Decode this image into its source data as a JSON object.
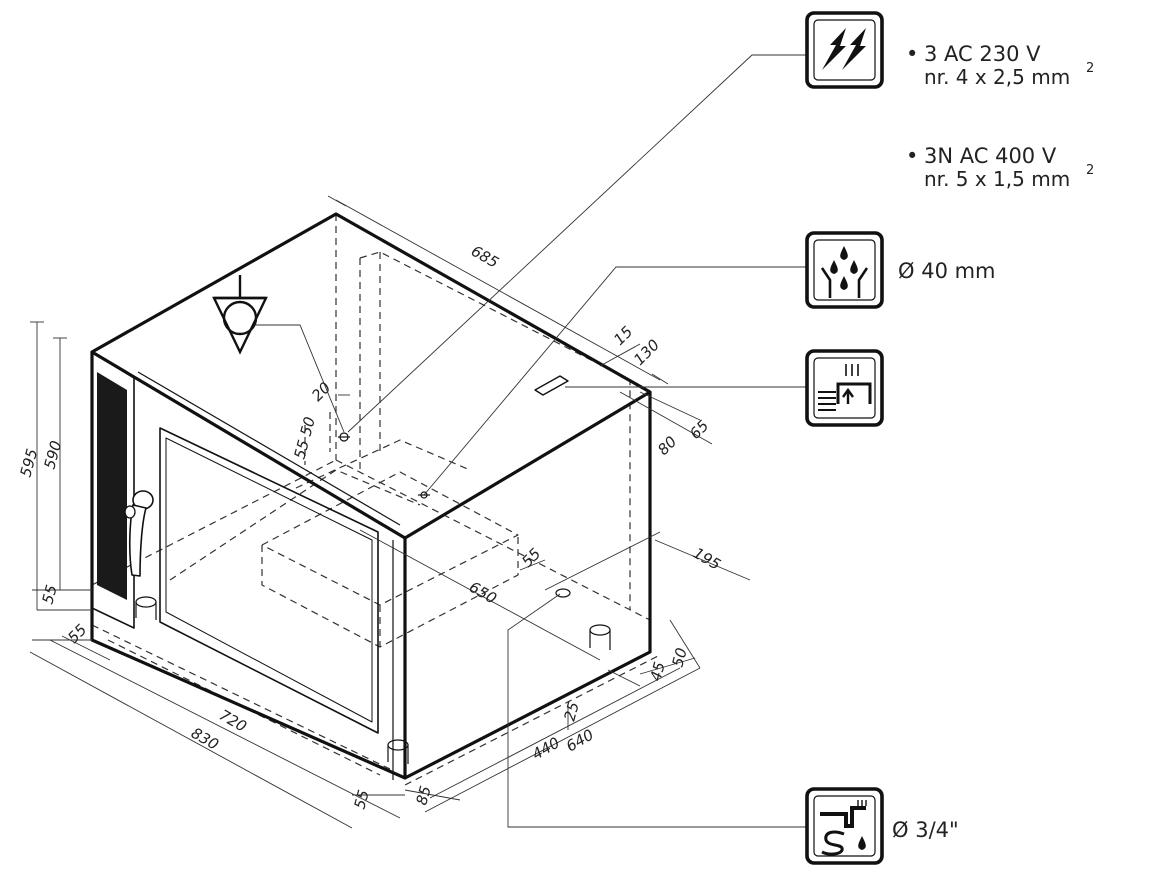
{
  "electrical": {
    "option1": {
      "bullet": "•",
      "line1": "3 AC 230 V",
      "line2": "nr. 4 x 2,5 mm",
      "sup": "2"
    },
    "option2": {
      "bullet": "•",
      "line1": "3N AC 400 V",
      "line2": "nr. 5 x 1,5 mm",
      "sup": "2"
    }
  },
  "drain": {
    "label": "Ø 40 mm"
  },
  "water": {
    "label": "Ø 3/4\""
  },
  "icons": {
    "electrical": "lightning-icon",
    "drain": "drain-drops-icon",
    "steam": "steam-exhaust-icon",
    "water": "water-inlet-icon",
    "equipotential": "equipotential-ground-icon"
  },
  "dimensions": {
    "d685": "685",
    "d15": "15",
    "d130": "130",
    "d65": "65",
    "d80": "80",
    "d20": "20",
    "d55_50": "55 50",
    "d595": "595",
    "d590": "590",
    "d55_left": "55",
    "d55_front": "55",
    "d720": "720",
    "d830": "830",
    "d650": "650",
    "d55_mid": "55",
    "d195": "195",
    "d50": "50",
    "d45": "45",
    "d25": "25",
    "d440": "440",
    "d640": "640",
    "d55_bottom": "55",
    "d85": "85"
  }
}
